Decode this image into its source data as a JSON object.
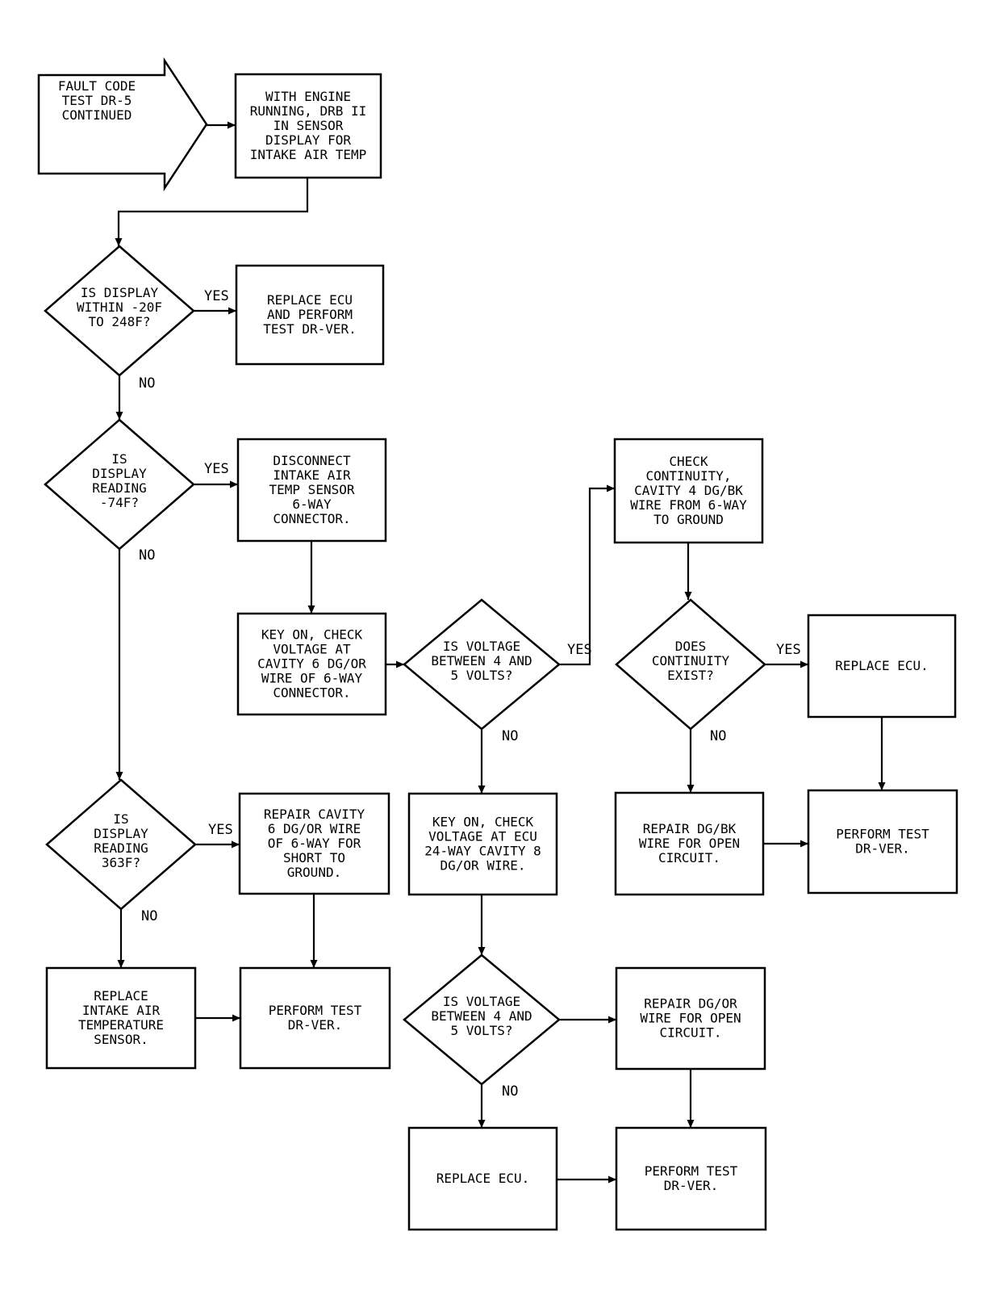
{
  "colors": {
    "stroke": "#000000",
    "background": "#ffffff"
  },
  "nodes": {
    "start": [
      "FAULT CODE",
      "TEST DR-5",
      "CONTINUED"
    ],
    "engine_running": [
      "WITH ENGINE",
      "RUNNING, DRB II",
      "IN SENSOR",
      "DISPLAY FOR",
      "INTAKE AIR TEMP"
    ],
    "q_within_range": [
      "IS DISPLAY",
      "WITHIN -20F",
      "TO 248F?"
    ],
    "replace_ecu_1": [
      "REPLACE ECU",
      "AND PERFORM",
      "TEST DR-VER."
    ],
    "q_reading_74": [
      "IS",
      "DISPLAY",
      "READING",
      "-74F?"
    ],
    "disconnect_sensor": [
      "DISCONNECT",
      "INTAKE AIR",
      "TEMP SENSOR",
      "6-WAY",
      "CONNECTOR."
    ],
    "key_on_cavity6": [
      "KEY ON, CHECK",
      "VOLTAGE AT",
      "CAVITY 6 DG/OR",
      "WIRE OF 6-WAY",
      "CONNECTOR."
    ],
    "q_voltage_1": [
      "IS VOLTAGE",
      "BETWEEN 4 AND",
      "5 VOLTS?"
    ],
    "check_continuity": [
      "CHECK",
      "CONTINUITY,",
      "CAVITY 4 DG/BK",
      "WIRE FROM 6-WAY",
      "TO GROUND"
    ],
    "q_continuity": [
      "DOES",
      "CONTINUITY",
      "EXIST?"
    ],
    "replace_ecu_2": [
      "REPLACE ECU."
    ],
    "q_reading_363": [
      "IS",
      "DISPLAY",
      "READING",
      "363F?"
    ],
    "repair_cavity6": [
      "REPAIR CAVITY",
      "6 DG/OR WIRE",
      "OF 6-WAY FOR",
      "SHORT TO",
      "GROUND."
    ],
    "key_on_ecu24": [
      "KEY ON, CHECK",
      "VOLTAGE AT ECU",
      "24-WAY CAVITY 8",
      "DG/OR WIRE."
    ],
    "repair_dgbk": [
      "REPAIR DG/BK",
      "WIRE FOR OPEN",
      "CIRCUIT."
    ],
    "perform_test_1": [
      "PERFORM TEST",
      "DR-VER."
    ],
    "replace_sensor": [
      "REPLACE",
      "INTAKE AIR",
      "TEMPERATURE",
      "SENSOR."
    ],
    "perform_test_2": [
      "PERFORM TEST",
      "DR-VER."
    ],
    "q_voltage_2": [
      "IS VOLTAGE",
      "BETWEEN 4 AND",
      "5 VOLTS?"
    ],
    "repair_dgor": [
      "REPAIR DG/OR",
      "WIRE FOR OPEN",
      "CIRCUIT."
    ],
    "replace_ecu_3": [
      "REPLACE ECU."
    ],
    "perform_test_3": [
      "PERFORM TEST",
      "DR-VER."
    ]
  },
  "edges": [
    {
      "from": "start",
      "to": "engine_running",
      "label": ""
    },
    {
      "from": "engine_running",
      "to": "q_within_range",
      "label": ""
    },
    {
      "from": "q_within_range",
      "to": "replace_ecu_1",
      "label": "YES"
    },
    {
      "from": "q_within_range",
      "to": "q_reading_74",
      "label": "NO"
    },
    {
      "from": "q_reading_74",
      "to": "disconnect_sensor",
      "label": "YES"
    },
    {
      "from": "q_reading_74",
      "to": "q_reading_363",
      "label": "NO"
    },
    {
      "from": "disconnect_sensor",
      "to": "key_on_cavity6",
      "label": ""
    },
    {
      "from": "key_on_cavity6",
      "to": "q_voltage_1",
      "label": ""
    },
    {
      "from": "q_voltage_1",
      "to": "check_continuity",
      "label": "YES"
    },
    {
      "from": "q_voltage_1",
      "to": "key_on_ecu24",
      "label": "NO"
    },
    {
      "from": "check_continuity",
      "to": "q_continuity",
      "label": ""
    },
    {
      "from": "q_continuity",
      "to": "replace_ecu_2",
      "label": "YES"
    },
    {
      "from": "q_continuity",
      "to": "repair_dgbk",
      "label": "NO"
    },
    {
      "from": "replace_ecu_2",
      "to": "perform_test_1",
      "label": ""
    },
    {
      "from": "repair_dgbk",
      "to": "perform_test_1",
      "label": ""
    },
    {
      "from": "q_reading_363",
      "to": "repair_cavity6",
      "label": "YES"
    },
    {
      "from": "q_reading_363",
      "to": "replace_sensor",
      "label": "NO"
    },
    {
      "from": "repair_cavity6",
      "to": "perform_test_2",
      "label": ""
    },
    {
      "from": "replace_sensor",
      "to": "perform_test_2",
      "label": ""
    },
    {
      "from": "key_on_ecu24",
      "to": "q_voltage_2",
      "label": ""
    },
    {
      "from": "q_voltage_2",
      "to": "repair_dgor",
      "label": ""
    },
    {
      "from": "q_voltage_2",
      "to": "replace_ecu_3",
      "label": "NO"
    },
    {
      "from": "repair_dgor",
      "to": "perform_test_3",
      "label": ""
    },
    {
      "from": "replace_ecu_3",
      "to": "perform_test_3",
      "label": ""
    }
  ]
}
